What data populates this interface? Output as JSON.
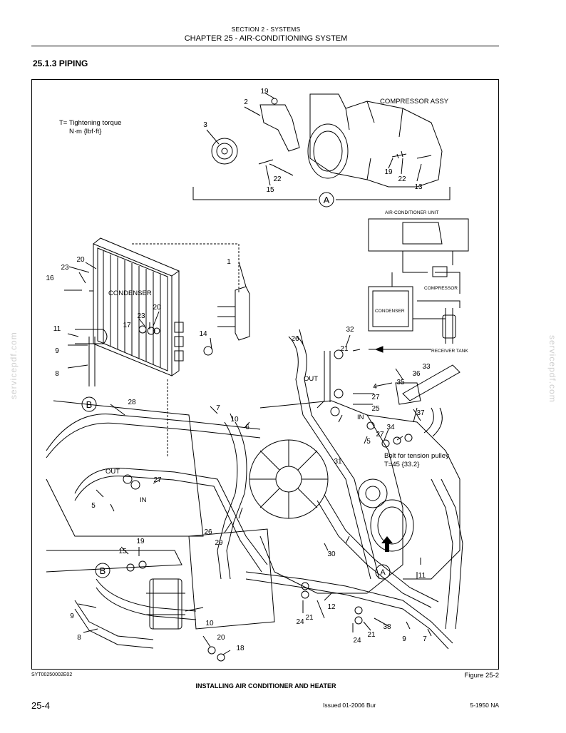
{
  "header": {
    "section": "SECTION 2 - SYSTEMS",
    "chapter": "CHAPTER 25 - AIR-CONDITIONING SYSTEM"
  },
  "section_title": "25.1.3  PIPING",
  "watermark": "servicepdf.com",
  "diagram": {
    "torque_note_line1": "T= Tightening torque",
    "torque_note_line2": "N·m {lbf·ft}",
    "compressor_assy": "COMPRESSOR ASSY",
    "view_a": "A",
    "view_b": "B",
    "ac_unit": "AIR-CONDITIONER UNIT",
    "compressor": "COMPRESSOR",
    "condenser_small": "CONDENSER",
    "receiver_tank": "RECEIVER TANK",
    "condenser": "CONDENSER",
    "out": "OUT",
    "in": "IN",
    "tension_bolt_line1": "Bolt for tension pulley",
    "tension_bolt_line2": "T=45 {33.2}",
    "callouts": {
      "c1": "1",
      "c2": "2",
      "c3": "3",
      "c4": "4",
      "c5": "5",
      "c6": "6",
      "c7": "7",
      "c8": "8",
      "c9": "9",
      "c10": "10",
      "c11": "11",
      "c12": "12",
      "c13": "13",
      "c14": "14",
      "c15": "15",
      "c16": "16",
      "c17": "17",
      "c18": "18",
      "c19": "19",
      "c20": "20",
      "c21": "21",
      "c22": "22",
      "c23": "23",
      "c24": "24",
      "c25": "25",
      "c26": "26",
      "c27": "27",
      "c28": "28",
      "c29": "29",
      "c30": "30",
      "c31": "31",
      "c32": "32",
      "c33": "33",
      "c34": "34",
      "c35": "35",
      "c36": "36",
      "c37": "37",
      "c38": "38"
    }
  },
  "figure": {
    "code": "SYT00250002E02",
    "number": "Figure 25-2",
    "caption": "INSTALLING AIR CONDITIONER AND HEATER"
  },
  "footer": {
    "page": "25-4",
    "issued": "Issued 01-2006    Bur",
    "model": "5-1950 NA"
  }
}
